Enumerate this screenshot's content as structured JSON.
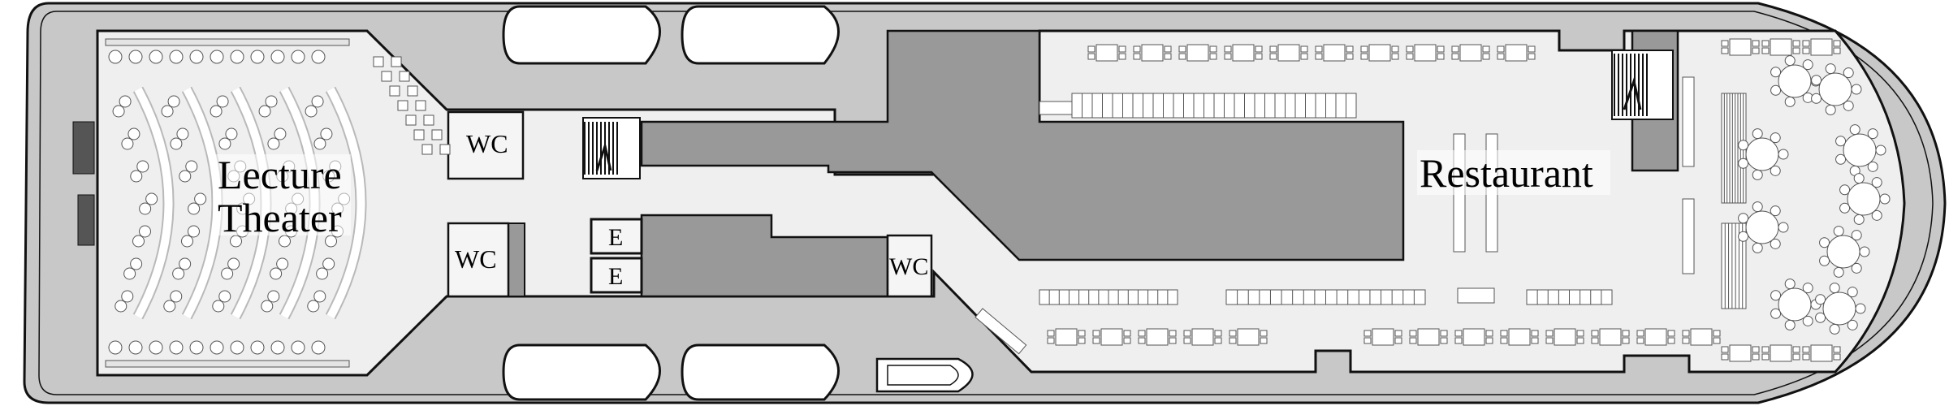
{
  "labels": {
    "lecture_line1": "Lecture",
    "lecture_line2": "Theater",
    "restaurant": "Restaurant",
    "wc": "WC",
    "elevator": "E"
  },
  "colors": {
    "hull": "#c8c8c8",
    "deck": "#efefef",
    "service": "#999999",
    "seat": "#e4e4e4",
    "stroke": "#111111",
    "furniture_stroke": "#555555"
  }
}
